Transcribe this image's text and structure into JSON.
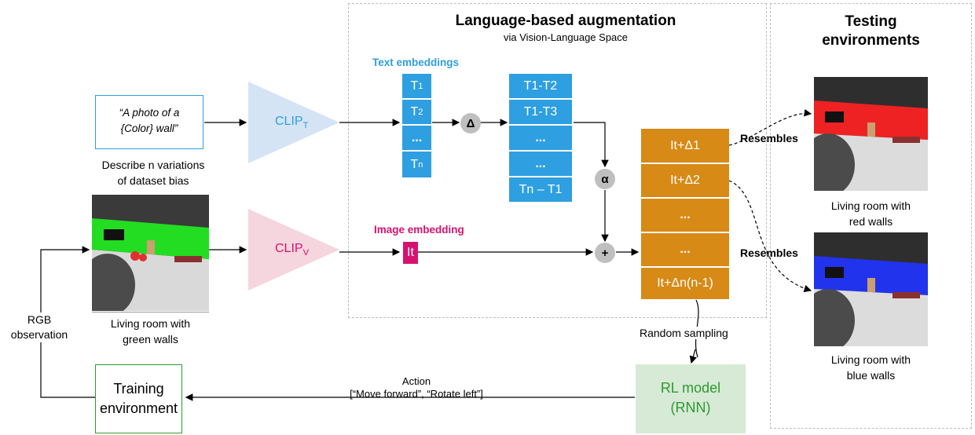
{
  "augmentation": {
    "title": "Language-based augmentation",
    "subtitle": "via Vision-Language Space",
    "text_embeddings_label": "Text embeddings",
    "image_embedding_label": "Image embedding"
  },
  "testing": {
    "title_line1": "Testing",
    "title_line2": "environments",
    "caption_red_1": "Living room with",
    "caption_red_2": "red walls",
    "caption_blue_1": "Living room with",
    "caption_blue_2": "blue walls",
    "resembles": "Resembles"
  },
  "prompt": {
    "line1": "“A photo of a",
    "line2": "{Color} wall”",
    "desc_line1": "Describe n variations",
    "desc_line2": "of dataset bias"
  },
  "clip": {
    "text_base": "CLIP",
    "text_sub": "T",
    "vision_base": "CLIP",
    "vision_sub": "V"
  },
  "train_image": {
    "caption_line1": "Living room with",
    "caption_line2": "green walls"
  },
  "text_cells": [
    "T",
    "T",
    "...",
    "T"
  ],
  "text_cell_subs": [
    "1",
    "2",
    "",
    "n"
  ],
  "diff_cells": [
    "T1-T2",
    "T1-T3",
    "...",
    "...",
    "Tn – T1"
  ],
  "aug_cells": [
    "It+Δ1",
    "It+Δ2",
    "...",
    "...",
    "It+Δn(n-1)"
  ],
  "operators": {
    "delta": "Δ",
    "alpha": "α",
    "plus": "+"
  },
  "image_cell": "It",
  "labels": {
    "rgb_line1": "RGB",
    "rgb_line2": "observation",
    "random_sampling": "Random sampling",
    "action_line1": "Action",
    "action_line2": "[“Move forward”, “Rotate left”]"
  },
  "training_env": {
    "line1": "Training",
    "line2": "environment"
  },
  "rl_model": {
    "line1": "RL model",
    "line2": "(RNN)"
  },
  "colors": {
    "blue_cell": "#2e9fe0",
    "orange_cell": "#d88a17",
    "magenta": "#d6126f",
    "green_box": "#2e9a2e",
    "rl_box": "#d6ead6",
    "clip_t": "#d5e4f5",
    "clip_v": "#f5d5de",
    "wall_green": "#22dd22",
    "wall_red": "#ee2222",
    "wall_blue": "#2233ee"
  }
}
